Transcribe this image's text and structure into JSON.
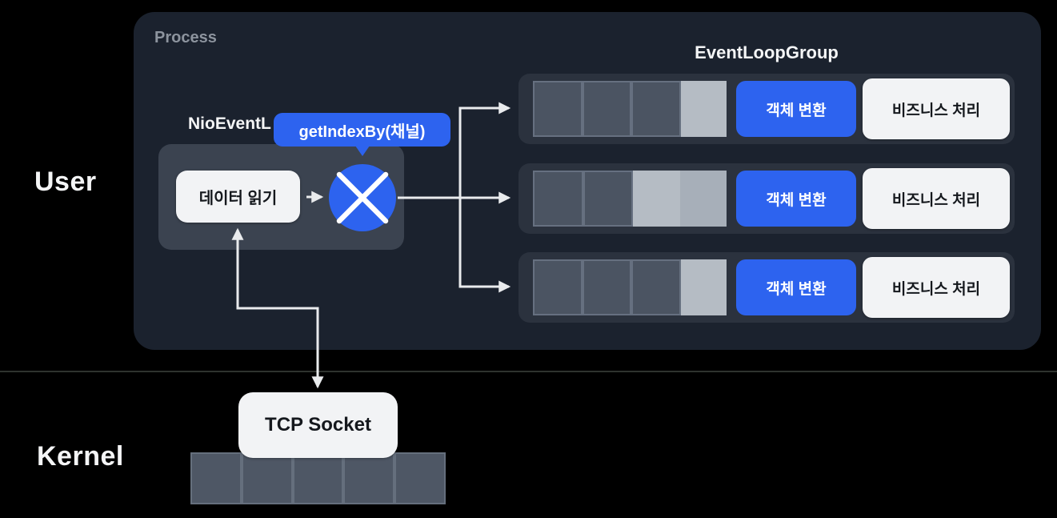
{
  "layers": {
    "user_label": "User",
    "kernel_label": "Kernel"
  },
  "process": {
    "title": "Process",
    "nio_event_loop_label": "NioEventL",
    "selector_tooltip_label": "getIndexBy(채널)",
    "read_data_label": "데이터 읽기",
    "event_loop_group": {
      "title": "EventLoopGroup",
      "rows": [
        {
          "queue_cells": [
            "dark",
            "dark",
            "dark",
            "light"
          ],
          "convert_label": "객체 변환",
          "business_label": "비즈니스 처리"
        },
        {
          "queue_cells": [
            "dark",
            "dark",
            "light",
            "light2"
          ],
          "convert_label": "객체 변환",
          "business_label": "비즈니스 처리"
        },
        {
          "queue_cells": [
            "dark",
            "dark",
            "dark",
            "light"
          ],
          "convert_label": "객체 변환",
          "business_label": "비즈니스 처리"
        }
      ]
    }
  },
  "kernel": {
    "tcp_socket_label": "TCP Socket",
    "buffer_cell_count": 5
  },
  "colors": {
    "blue": "#2d63ef",
    "panel": "#1b222e",
    "row": "#2b323e",
    "inner_box": "#3b4350",
    "cell_dark": "#4b5462",
    "cell_light": "#b5bcc4",
    "cell_light2": "#a7afb9",
    "kernel_cell": "#4e5765",
    "white_node": "#f2f3f5",
    "arrow": "#e9ebed",
    "muted": "#8d949e"
  }
}
